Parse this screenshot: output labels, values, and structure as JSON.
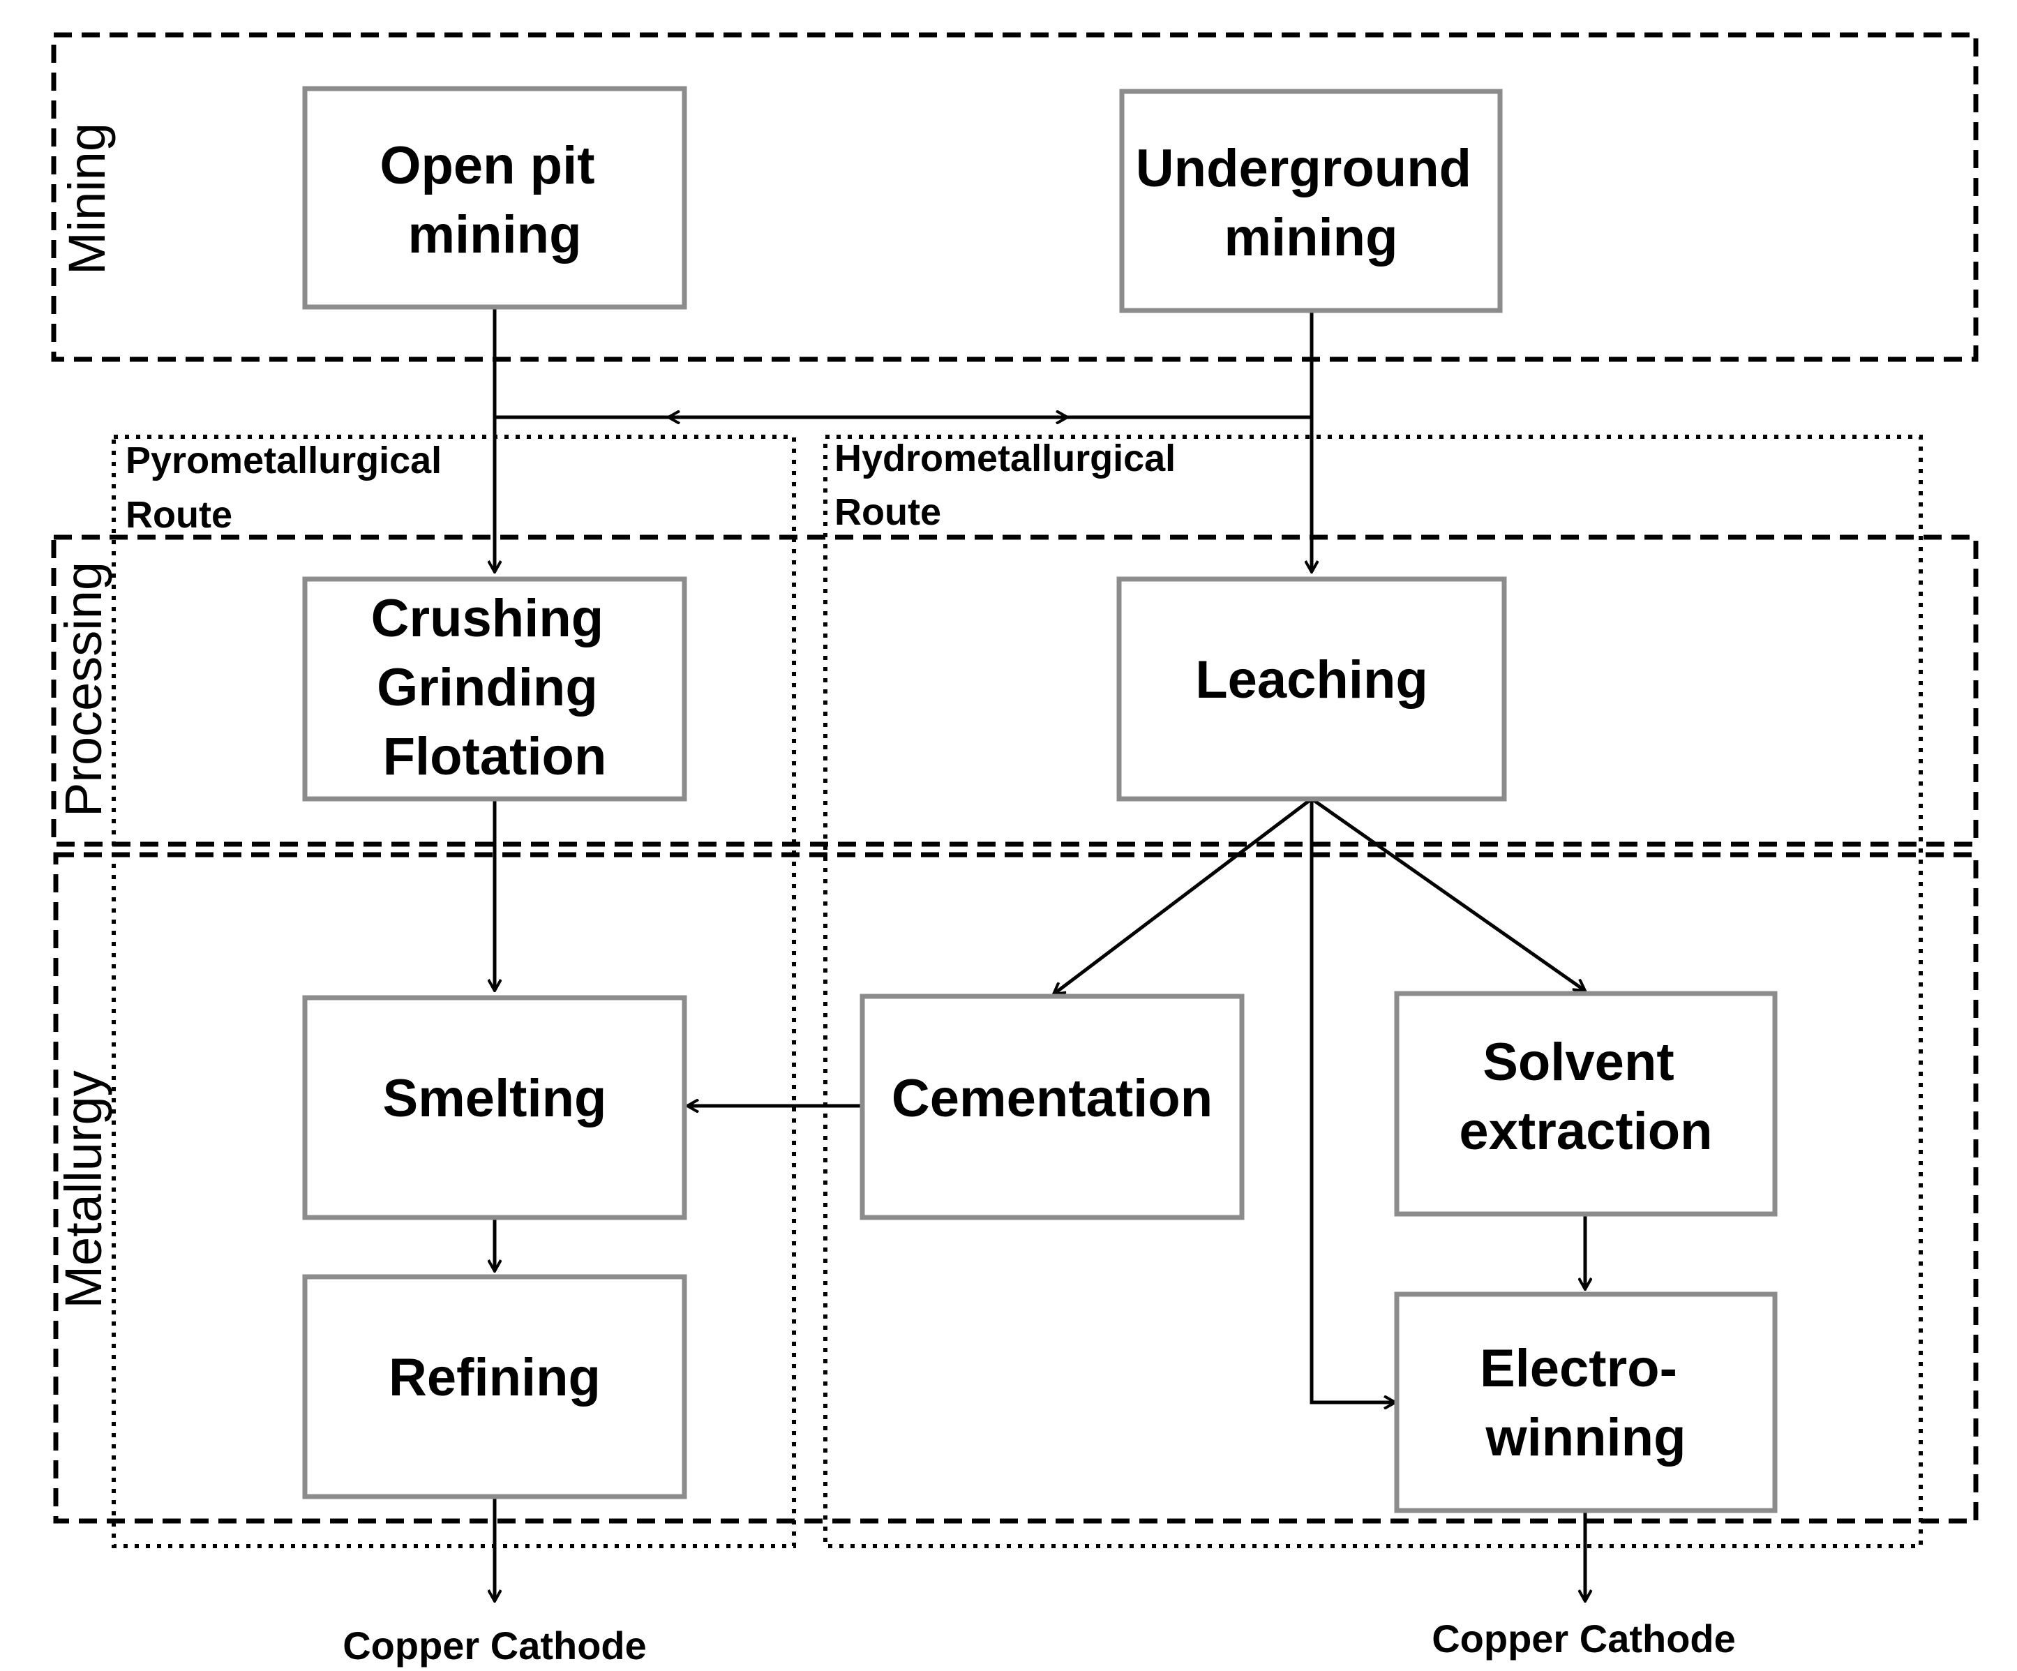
{
  "stages": {
    "mining": "Mining",
    "processing": "Processing",
    "metallurgy": "Metallurgy"
  },
  "routes": {
    "pyro_line1": "Pyrometallurgical",
    "pyro_line2": "Route",
    "hydro_line1": "Hydrometallurgical",
    "hydro_line2": "Route"
  },
  "boxes": {
    "open_pit": {
      "line1": "Open pit",
      "line2": "mining"
    },
    "underground": {
      "line1": "Underground",
      "line2": "mining"
    },
    "crushing": {
      "line1": "Crushing",
      "line2": "Grinding",
      "line3": "Flotation"
    },
    "leaching": {
      "line1": "Leaching"
    },
    "smelting": {
      "line1": "Smelting"
    },
    "refining": {
      "line1": "Refining"
    },
    "cementation": {
      "line1": "Cementation"
    },
    "solvent": {
      "line1": "Solvent",
      "line2": "extraction"
    },
    "electrowinning": {
      "line1": "Electro-",
      "line2": "winning"
    }
  },
  "outputs": {
    "pyro": "Copper Cathode",
    "hydro": "Copper Cathode"
  }
}
